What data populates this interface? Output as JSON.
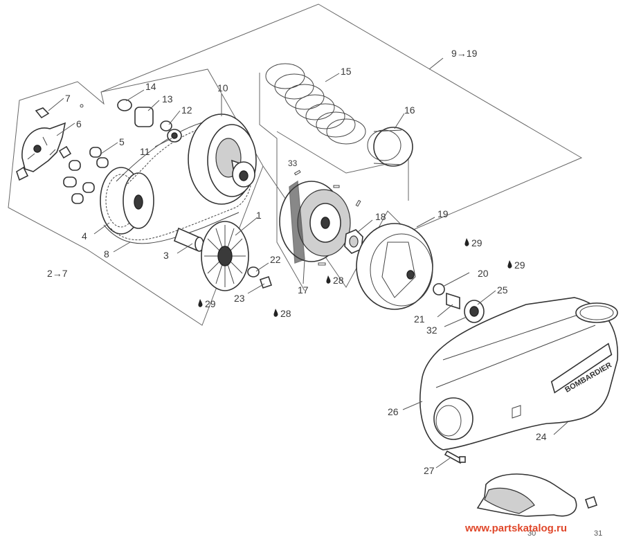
{
  "callouts": {
    "c1": "1",
    "c3": "3",
    "c4": "4",
    "c5": "5",
    "c6": "6",
    "c7": "7",
    "c8": "8",
    "c10": "10",
    "c11": "11",
    "c12": "12",
    "c13": "13",
    "c14": "14",
    "c15": "15",
    "c16": "16",
    "c17": "17",
    "c18": "18",
    "c19": "19",
    "c20": "20",
    "c21": "21",
    "c22": "22",
    "c23": "23",
    "c24": "24",
    "c25": "25",
    "c26": "26",
    "c27": "27",
    "c30": "30",
    "c31": "31",
    "c32": "32",
    "c33": "33",
    "c28a": "28",
    "c28b": "28",
    "c29a": "29",
    "c29b": "29",
    "c29c": "29"
  },
  "ranges": {
    "drive_group": "2→7",
    "driven_group": "9→19"
  },
  "cover_logo": "BOMBARDIER",
  "watermark": "www.partskatalog.ru",
  "colors": {
    "watermark": "#e0472a",
    "lines": "#333333"
  }
}
